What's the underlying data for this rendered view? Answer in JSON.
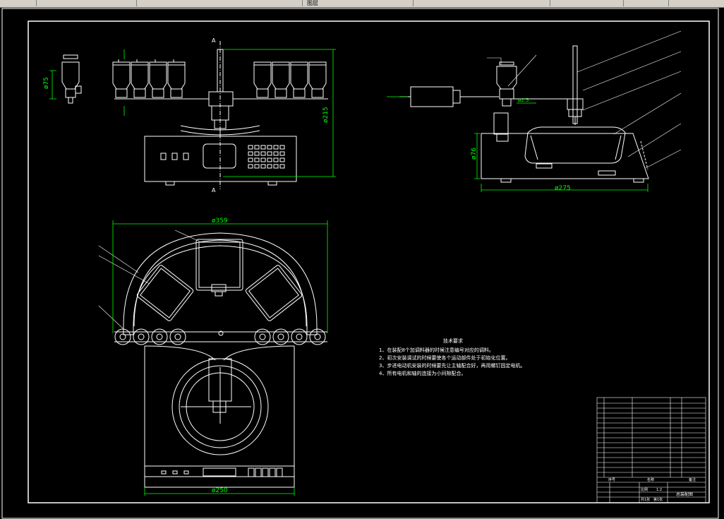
{
  "window": {
    "tab_3": "图层"
  },
  "dims": {
    "front_width": "ø250",
    "plan_width": "ø359",
    "side_width": "ø275",
    "side_height": "ø76",
    "front_height": "ø215",
    "hopper_dia": "ø75",
    "elev_small_a": "ø2.5"
  },
  "sections": {
    "cut_a_top": "A",
    "cut_a_bottom": "A"
  },
  "notes": {
    "title": "技术要求",
    "items": [
      "1、在装配8个加调料器的时候注意编号对应的调料。",
      "2、初次安装调试的时候要使各个运动部件处于初始化位置。",
      "3、步进电动机安装的时候要先让主轴配合好，再用螺钉固定电机。",
      "4、所有电机和轴的连接为小间隙配合。"
    ]
  },
  "title_block": {
    "scale_label": "比例",
    "scale_value": "1:2",
    "sheet_a": "共1张",
    "sheet_b": "第1张",
    "col_seq": "序号",
    "col_name": "名称",
    "col_note": "备注",
    "drawing_title": "总装配图"
  }
}
